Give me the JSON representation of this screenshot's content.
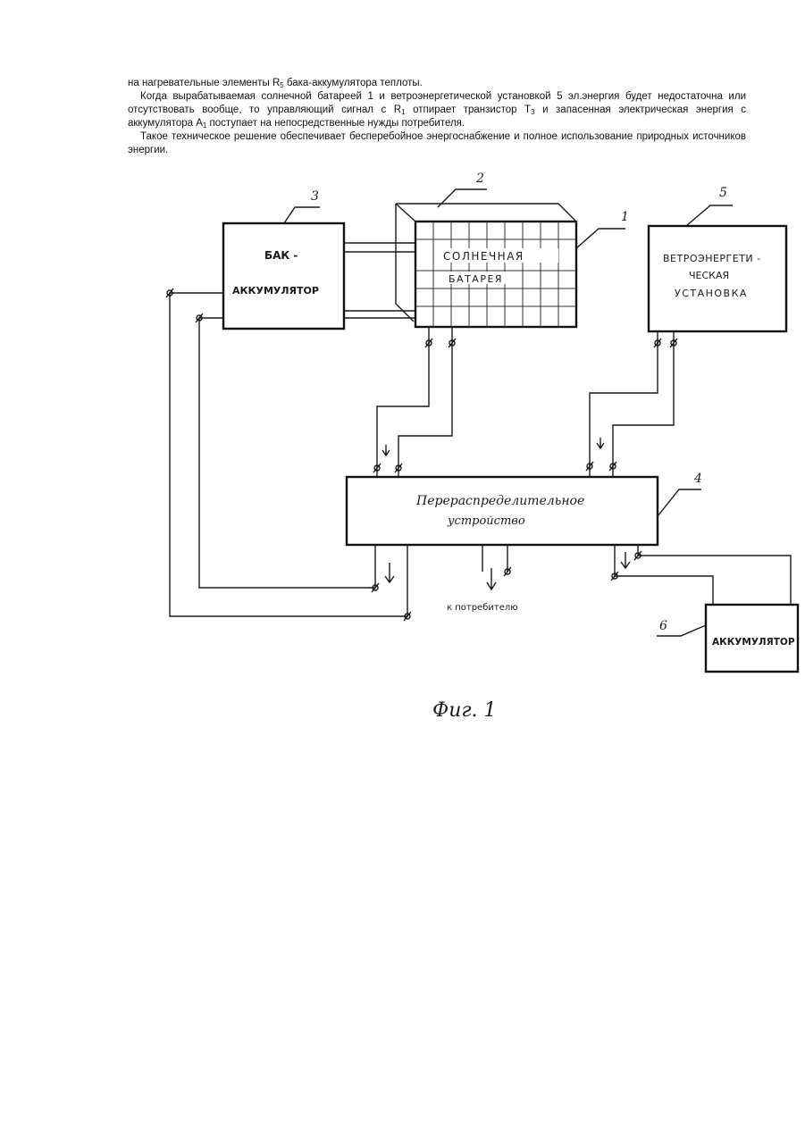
{
  "text": {
    "line1_a": "на нагревательные элементы R",
    "line1_sub": "5",
    "line1_b": " бака-аккумулятора теплоты.",
    "p2_a": "Когда вырабатываемая солнечной батареей 1 и ветроэнергетической установкой 5 эл.энергия будет недостаточна или отсутствовать вообще, то управляющий сигнал с R",
    "p2_sub1": "1",
    "p2_b": " отпирает транзистор Т",
    "p2_sub2": "3",
    "p2_c": " и запасенная электрическая энергия с аккумулятора А",
    "p2_sub3": "1",
    "p2_d": " поступает на непосредственные нужды потребителя.",
    "p3": "Такое техническое решение обеспечивает бесперебойное энергоснабжение и полное использование природных источников энергии."
  },
  "figure": {
    "tank_line1": "БАК -",
    "tank_line2": "АККУМУЛЯТОР",
    "solar_line1": "СОЛНЕЧНАЯ",
    "solar_line2": "БАТАРЕЯ",
    "wind_line1": "ВЕТРОЭНЕРГЕТИ -",
    "wind_line2": "ЧЕСКАЯ",
    "wind_line3": "УСТАНОВКА",
    "redist_line1": "Перераспределительное",
    "redist_line2": "устройство",
    "battery_label": "АККУМУЛЯТОР",
    "consumer_label": "к потребителю",
    "num_1": "1",
    "num_2": "2",
    "num_3": "3",
    "num_4": "4",
    "num_5": "5",
    "num_6": "6",
    "caption": "Фиг. 1"
  }
}
